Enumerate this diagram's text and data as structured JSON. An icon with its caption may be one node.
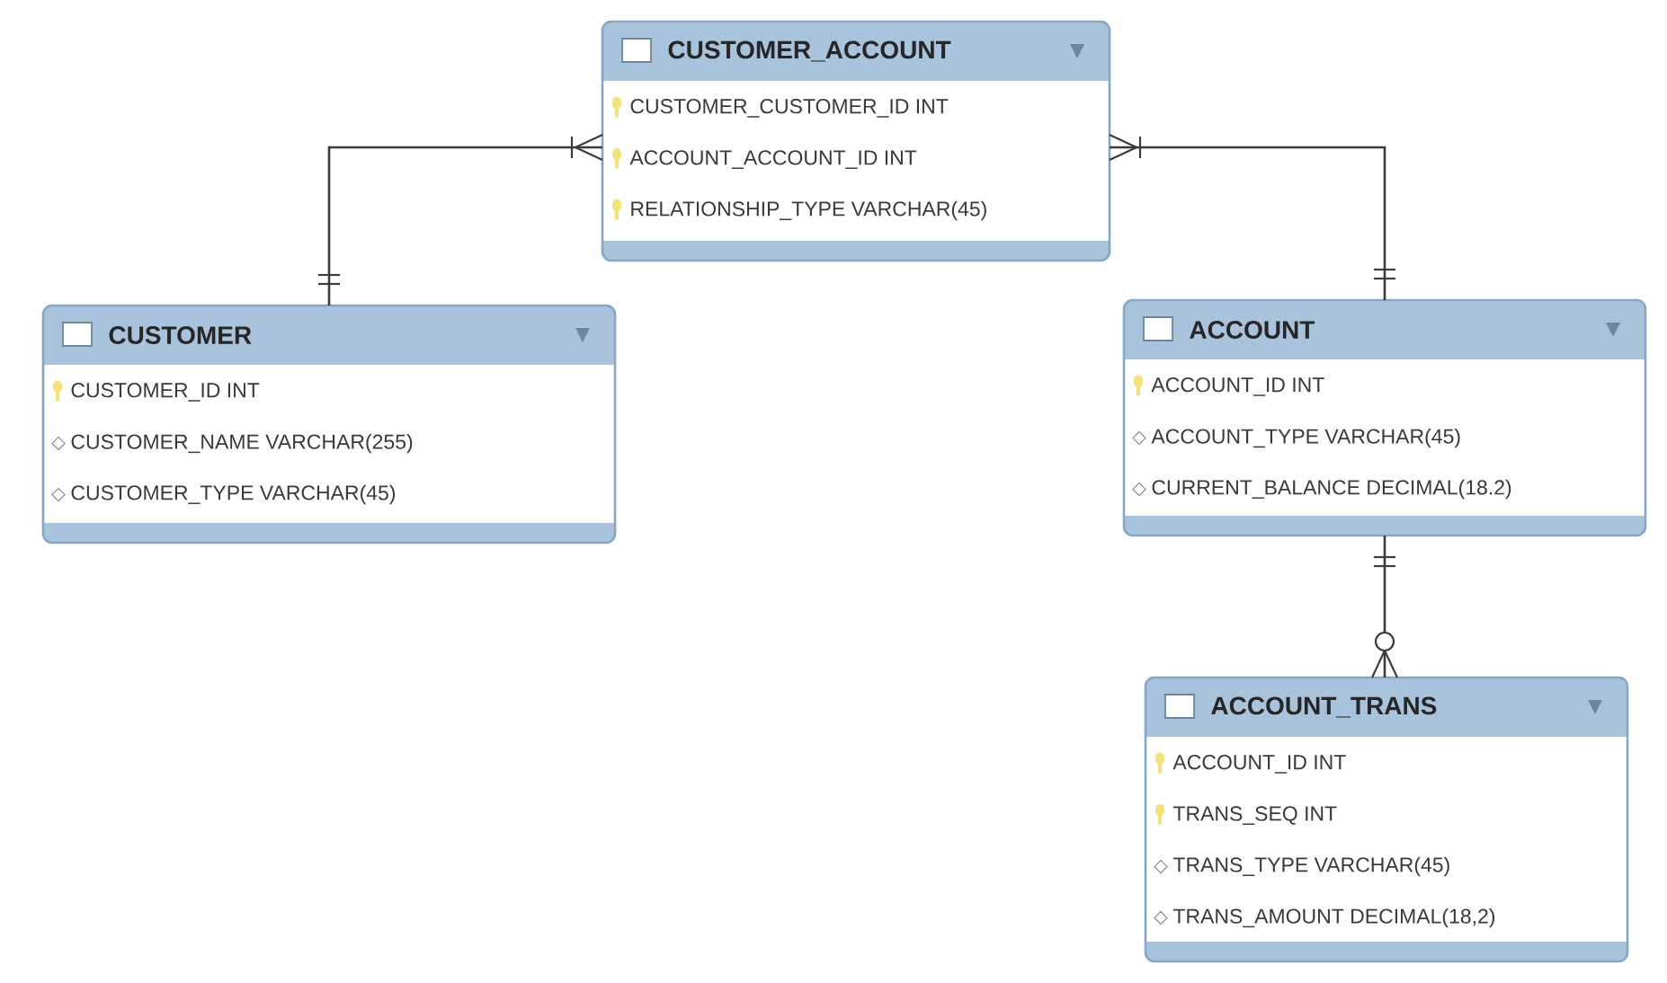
{
  "diagram": {
    "nodes": [
      {
        "text": [
          "CUSTOMER_ACCOUNT",
          "CUSTOMER_CUSTOMER_ID INT",
          "ACCOUNT_ACCOUNT_ID INT",
          "RELATIONSHIP_TYPE VARCHAR(45)"
        ]
      },
      {
        "text": [
          "CUSTOMER",
          "CUSTOMER_ID INT",
          "CUSTOMER_NAME VARCHAR(255)",
          "CUSTOMER_TYPE VARCHAR(45)"
        ]
      },
      {
        "text": [
          "ACCOUNT",
          "ACCOUNT_ID INT",
          "ACCOUNT_TYPE VARCHAR(45)",
          "CURRENT_BALANCE DECIMAL(18.2)"
        ]
      },
      {
        "text": [
          "ACCOUNT_TRANS",
          "ACCOUNT_ID INT",
          "TRANS_SEQ INT",
          "TRANS_TYPE VARCHAR(45)",
          "TRANS_AMOUNT DECIMAL(18,2)"
        ]
      }
    ],
    "edges": [
      {
        "from": 1,
        "to": 0,
        "arrow": "other"
      },
      {
        "from": 2,
        "to": 0,
        "arrow": "other"
      },
      {
        "from": 2,
        "to": 3,
        "arrow": "other"
      }
    ]
  }
}
